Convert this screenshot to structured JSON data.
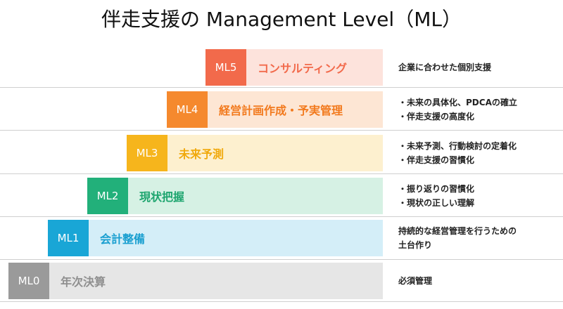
{
  "title": "伴走支援の Management Level（ML）",
  "levels": [
    {
      "code": "ML5",
      "label": "コンサルティング",
      "desc": [
        "企業に合わせた個別支援"
      ],
      "colors": {
        "badge": "#f26a4b",
        "fill": "#fde3dc",
        "text": "#f26a4b"
      }
    },
    {
      "code": "ML4",
      "label": "経営計画作成・予実管理",
      "desc": [
        "・未来の具体化、PDCAの確立",
        "・伴走支援の高度化"
      ],
      "colors": {
        "badge": "#f5892e",
        "fill": "#fde6d4",
        "text": "#f27a1e"
      }
    },
    {
      "code": "ML3",
      "label": "未来予測",
      "desc": [
        "・未来予測、行動検討の定着化",
        "・伴走支援の習慣化"
      ],
      "colors": {
        "badge": "#f6b51c",
        "fill": "#fdf0cf",
        "text": "#f0a90c"
      }
    },
    {
      "code": "ML2",
      "label": "現状把握",
      "desc": [
        "・振り返りの習慣化",
        "・現状の正しい理解"
      ],
      "colors": {
        "badge": "#22b07a",
        "fill": "#d6f1e4",
        "text": "#1ea56f"
      }
    },
    {
      "code": "ML1",
      "label": "会計整備",
      "desc": [
        "持続的な経営管理を行うための",
        "土台作り"
      ],
      "colors": {
        "badge": "#19a6d6",
        "fill": "#d4eef8",
        "text": "#1a9fd0"
      }
    },
    {
      "code": "ML0",
      "label": "年次決算",
      "desc": [
        "必須管理"
      ],
      "colors": {
        "badge": "#9a9a9a",
        "fill": "#e6e6e6",
        "text": "#8f8f8f"
      }
    }
  ]
}
